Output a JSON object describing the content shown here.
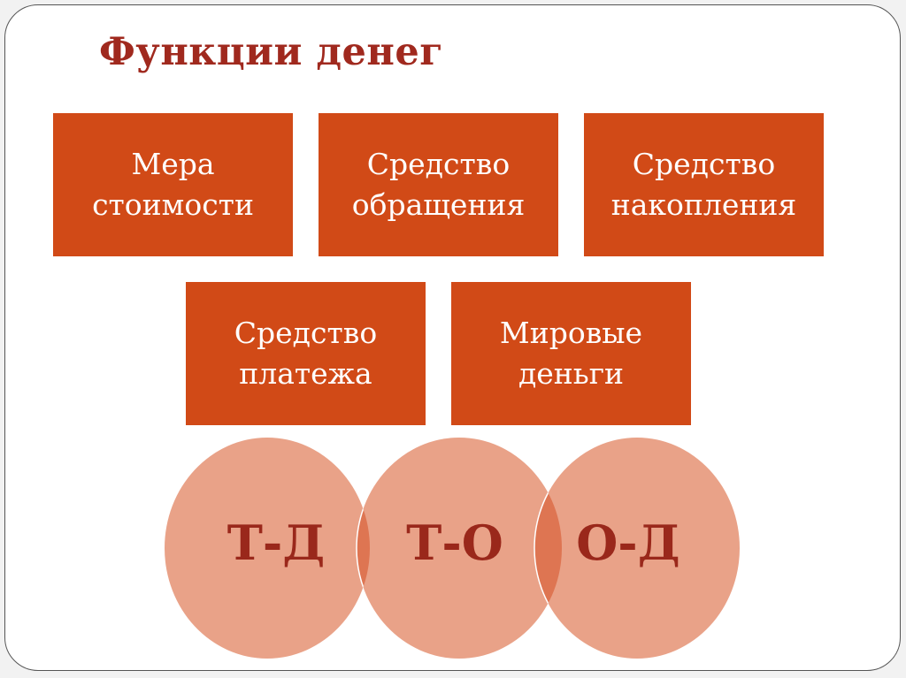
{
  "title": "Функции денег",
  "functions": [
    {
      "line1": "Мера",
      "line2": "стоимости"
    },
    {
      "line1": "Средство",
      "line2": "обращения"
    },
    {
      "line1": "Средство",
      "line2": "накопления"
    },
    {
      "line1": "Средство",
      "line2": "платежа"
    },
    {
      "line1": "Мировые",
      "line2": "деньги"
    }
  ],
  "circles": [
    {
      "label": "Т-Д"
    },
    {
      "label": "Т-О"
    },
    {
      "label": "О-Д"
    }
  ],
  "colors": {
    "title": "#a0291e",
    "box_fill": "#d14a17",
    "box_text": "#ffffff",
    "circle_fill": "#e9a288",
    "circle_overlap": "#de7552",
    "circle_text": "#9a281b"
  }
}
